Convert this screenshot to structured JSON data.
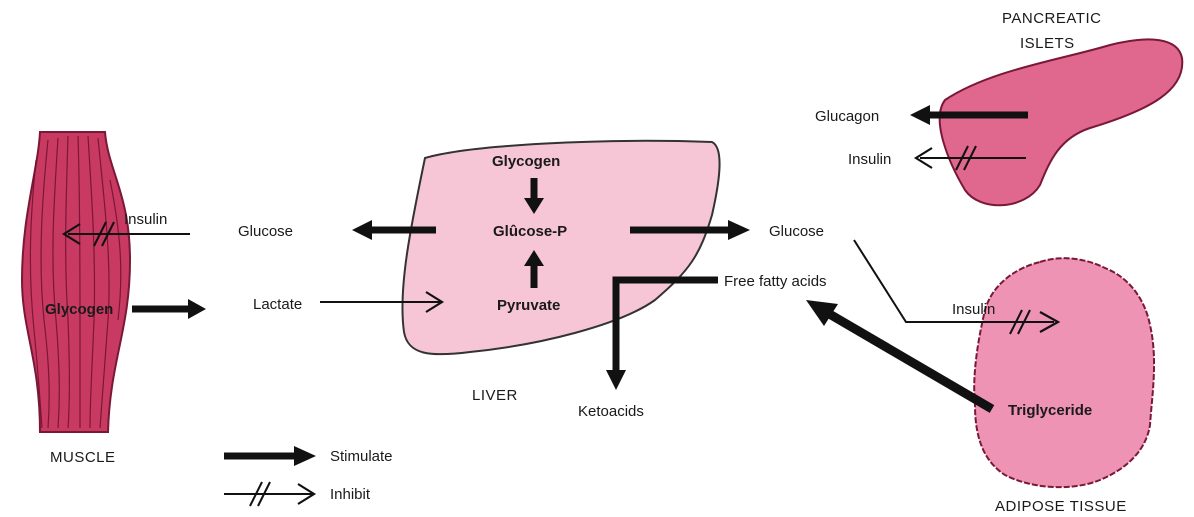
{
  "colors": {
    "muscle": "#c93a62",
    "liver": "#f7c6d6",
    "pancreas": "#e0678e",
    "adipose": "#ee93b3",
    "ink": "#111111"
  },
  "organs": {
    "muscle": "MUSCLE",
    "liver": "LIVER",
    "pancreas_line1": "PANCREATIC",
    "pancreas_line2": "ISLETS",
    "adipose": "ADIPOSE TISSUE"
  },
  "labels": {
    "insulin_muscle": "Insulin",
    "glycogen_muscle": "Glycogen",
    "glucose_left": "Glucose",
    "lactate": "Lactate",
    "glycogen_liver": "Glycogen",
    "glucose_p": "Glûcose-P",
    "pyruvate": "Pyruvate",
    "glucose_right": "Glucose",
    "free_fatty_acids": "Free fatty acids",
    "ketoacids": "Ketoacids",
    "glucagon": "Glucagon",
    "insulin_pancreas": "Insulin",
    "insulin_adipose": "Insulin",
    "triglyceride": "Triglyceride"
  },
  "legend": {
    "stimulate": "Stimulate",
    "inhibit": "Inhibit"
  }
}
